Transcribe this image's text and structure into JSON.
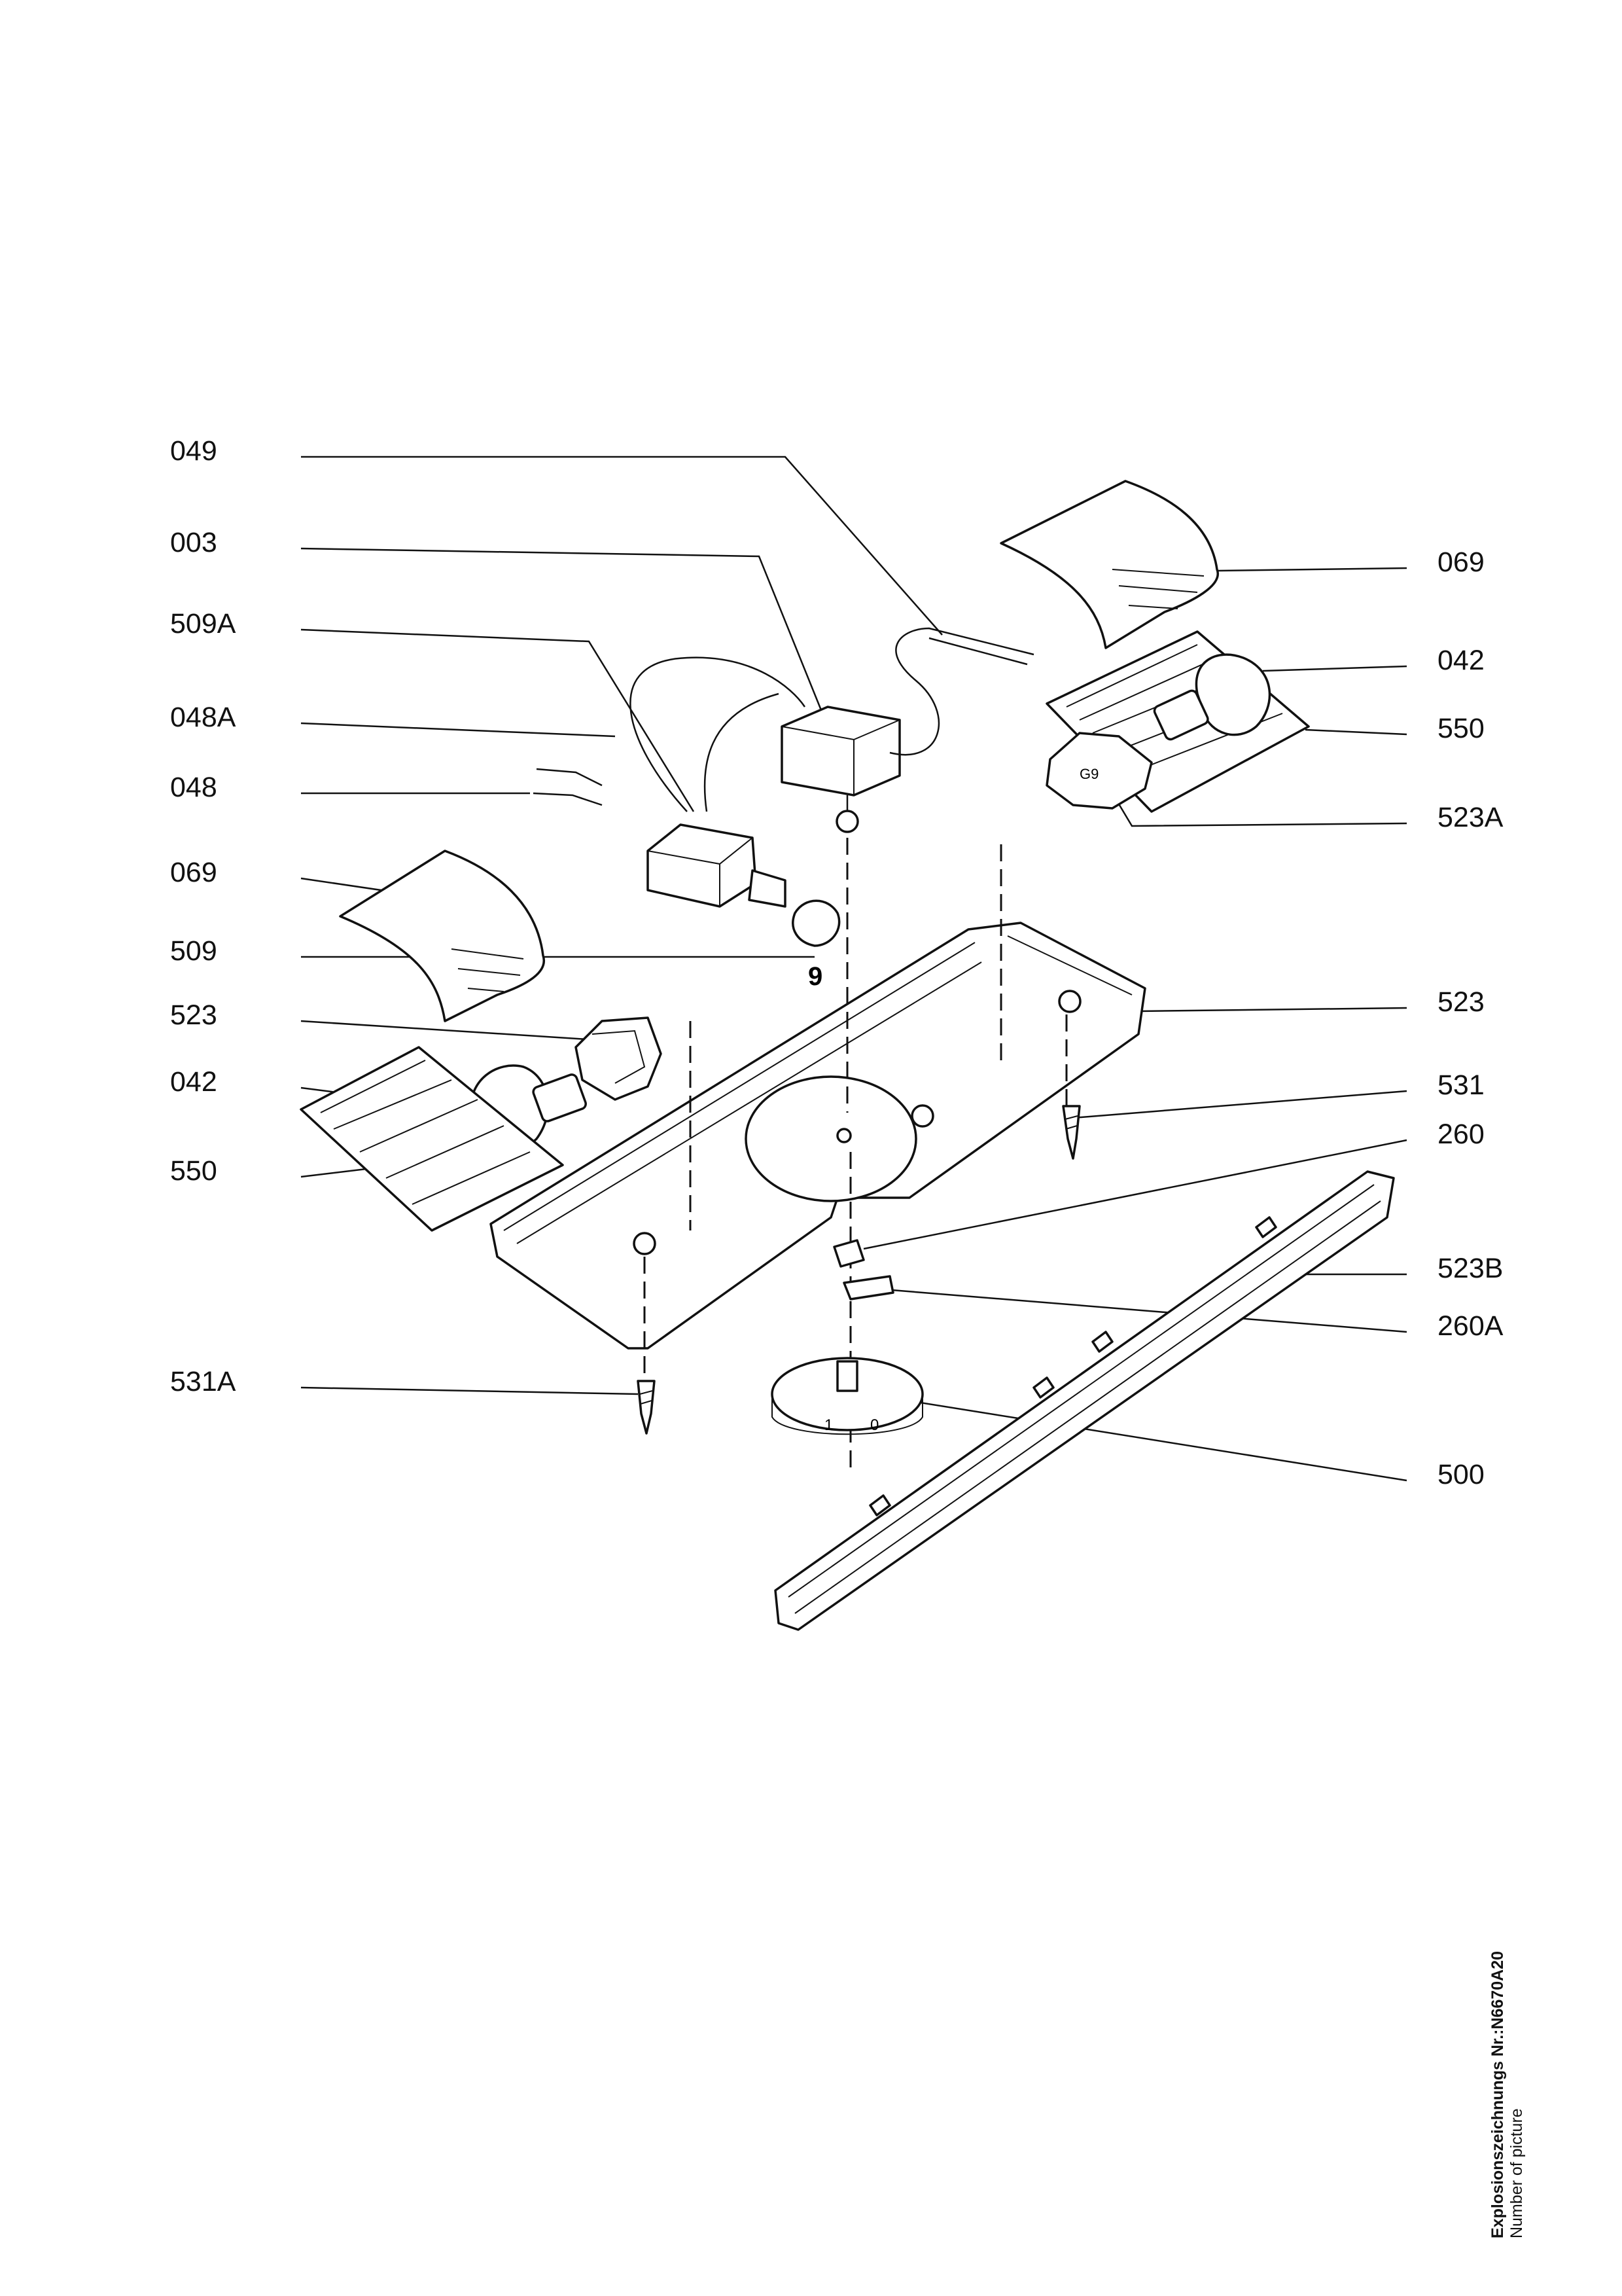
{
  "diagram": {
    "callouts_left": [
      "049",
      "003",
      "509A",
      "048A",
      "048",
      "069",
      "509",
      "523",
      "042",
      "550",
      "531A"
    ],
    "callouts_right": [
      "069",
      "042",
      "550",
      "523A",
      "523",
      "531",
      "260",
      "523B",
      "260A",
      "500"
    ],
    "part_marks": {
      "nine": "9",
      "dial_1": "1",
      "dial_0": "0",
      "socket_g9": "G9"
    }
  },
  "caption": {
    "title": "Explosionszeichnungs Nr.:N6670A20",
    "subtitle": "Number of picture"
  }
}
